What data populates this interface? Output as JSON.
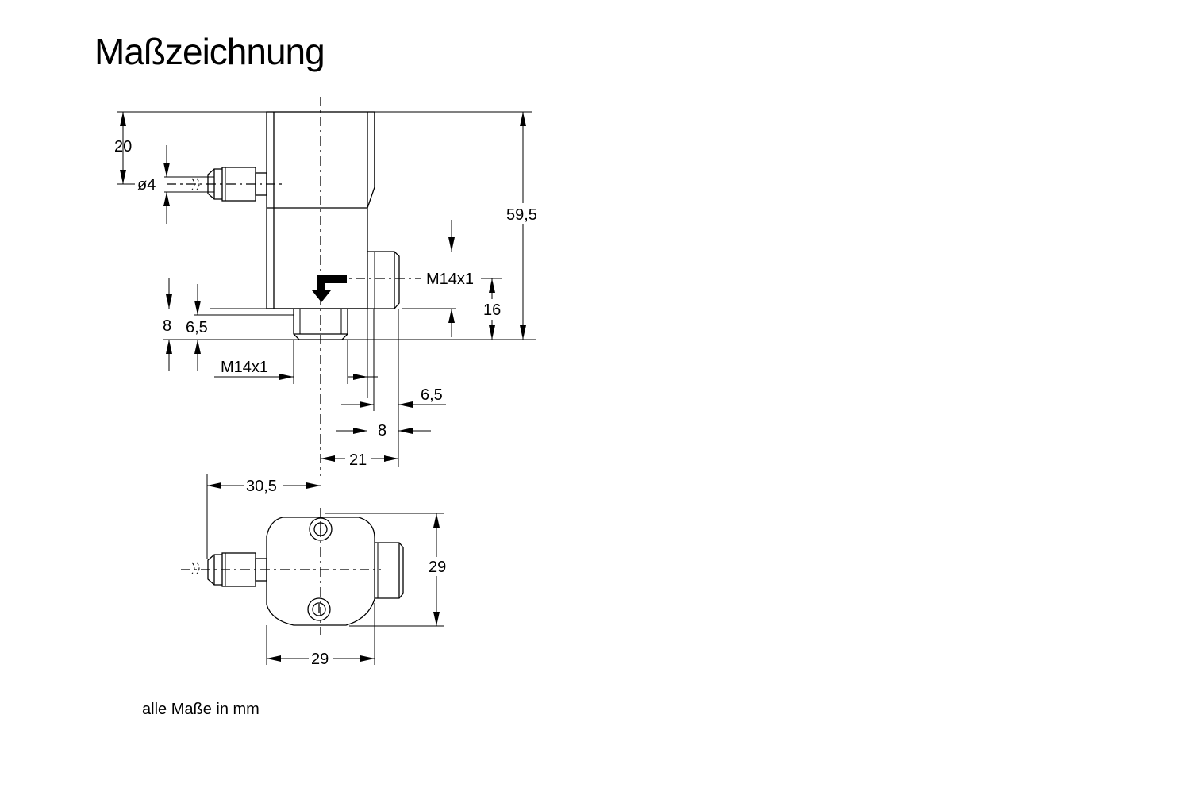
{
  "title": "Maßzeichnung",
  "footnote": "alle Maße in mm",
  "side_view": {
    "dim_height_total": "59,5",
    "dim_top_to_port": "20",
    "dim_tube_diameter": "ø4",
    "dim_thread_side": "M14x1",
    "dim_side_port_height": "16",
    "dim_bottom_8": "8",
    "dim_bottom_6_5": "6,5",
    "dim_thread_bottom": "M14x1",
    "dim_right_6_5": "6,5",
    "dim_right_8": "8",
    "dim_right_21": "21"
  },
  "top_view": {
    "dim_offset": "30,5",
    "dim_height": "29",
    "dim_width": "29"
  }
}
